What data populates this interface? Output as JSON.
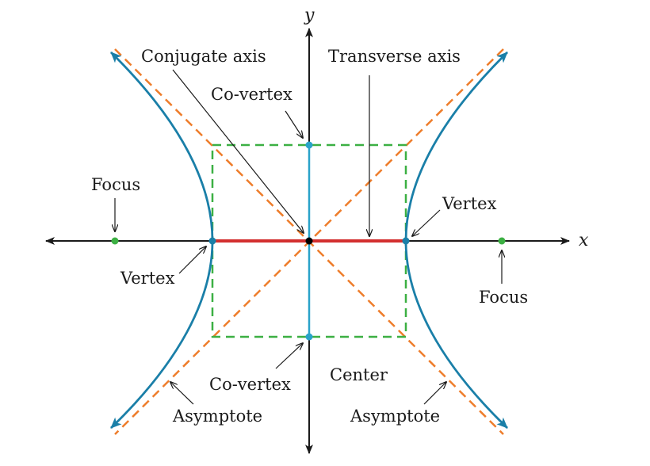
{
  "axes": {
    "x_label": "x",
    "y_label": "y"
  },
  "labels": {
    "conjugate_axis": "Conjugate axis",
    "transverse_axis": "Transverse axis",
    "co_vertex_top": "Co-vertex",
    "co_vertex_bottom": "Co-vertex",
    "focus_left": "Focus",
    "focus_right": "Focus",
    "vertex_left": "Vertex",
    "vertex_right": "Vertex",
    "center": "Center",
    "asymptote_left": "Asymptote",
    "asymptote_right": "Asymptote"
  },
  "colors": {
    "hyperbola": "#1a7fa8",
    "asymptote": "#ee7d2b",
    "box": "#3cb043",
    "transverse": "#d32f2f",
    "conjugate": "#2aa3c9",
    "axis": "#1a1a1a",
    "focus_point": "#3cb043",
    "center_point": "#000000"
  }
}
